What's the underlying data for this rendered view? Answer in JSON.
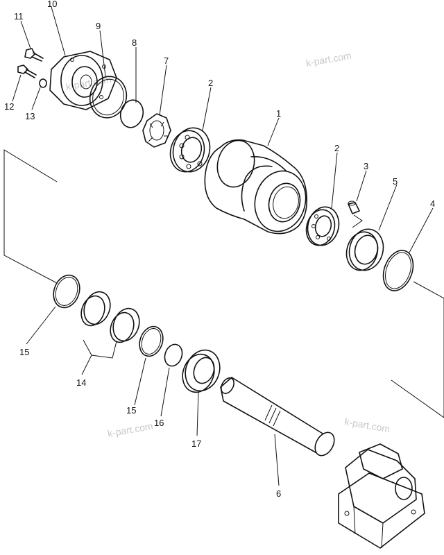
{
  "callouts": {
    "c1": "1",
    "c2a": "2",
    "c2b": "2",
    "c3": "3",
    "c4": "4",
    "c5": "5",
    "c6": "6",
    "c7": "7",
    "c8": "8",
    "c9": "9",
    "c10": "10",
    "c11": "11",
    "c12": "12",
    "c13": "13",
    "c14": "14",
    "c15a": "15",
    "c15b": "15",
    "c16": "16",
    "c17": "17"
  },
  "watermarks": {
    "w1": "k-part.com",
    "w2": "k-part.com",
    "w3": "k-part.com",
    "w4": "k-part.com"
  }
}
